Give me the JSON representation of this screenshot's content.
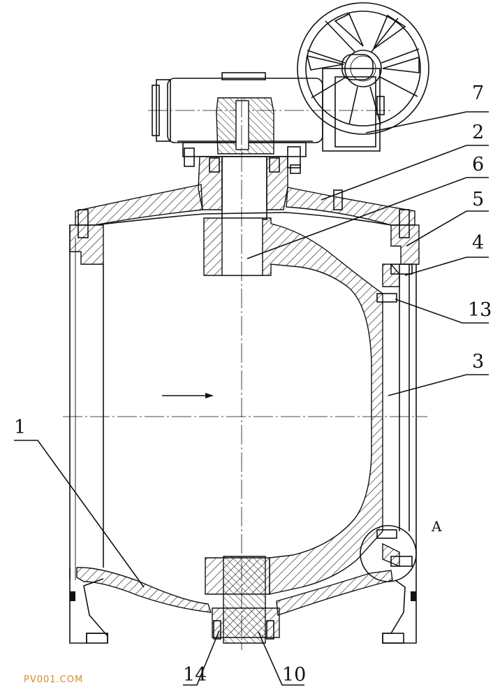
{
  "callouts": {
    "c7": "7",
    "c2": "2",
    "c6": "6",
    "c5": "5",
    "c4": "4",
    "c13": "13",
    "c3": "3",
    "c1": "1",
    "cA": "A",
    "c14": "14",
    "c10": "10"
  },
  "watermark": "PV001.COM",
  "colors": {
    "line": "#111111",
    "watermark": "#d88a2a",
    "background": "#ffffff"
  }
}
